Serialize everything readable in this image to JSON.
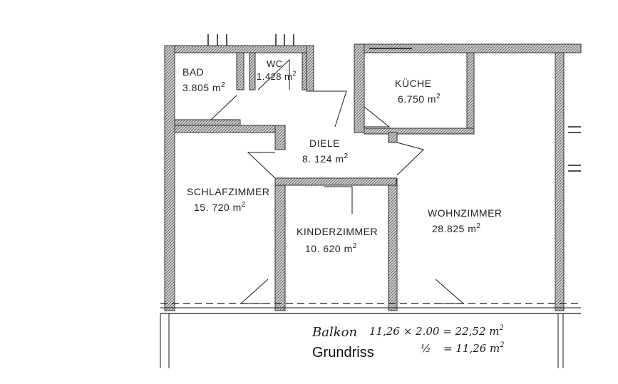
{
  "rooms": {
    "bad": {
      "name": "BAD",
      "area": "3.805 m",
      "unit_sup": "2"
    },
    "wc": {
      "name": "WC",
      "area": "1.428 m",
      "unit_sup": "2"
    },
    "kueche": {
      "name": "KÜCHE",
      "area": "6.750 m",
      "unit_sup": "2"
    },
    "diele": {
      "name": "DIELE",
      "area": "8. 124 m",
      "unit_sup": "2"
    },
    "schlafzimmer": {
      "name": "SCHLAFZIMMER",
      "area": "15. 720 m",
      "unit_sup": "2"
    },
    "kinderzimmer": {
      "name": "KINDERZIMMER",
      "area": "10. 620 m",
      "unit_sup": "2"
    },
    "wohnzimmer": {
      "name": "WOHNZIMMER",
      "area": "28.825 m",
      "unit_sup": "2"
    }
  },
  "balkon": {
    "label": "Balkon",
    "line1": "11,26 × 2.00 = 22,52 m",
    "line2_frac": "½",
    "line2": "= 11,26 m",
    "unit_sup": "2"
  },
  "caption": "Grundriss",
  "colors": {
    "wall": "#8a8a8a",
    "wall_dark": "#3a3a3a",
    "line": "#1a1a1a"
  }
}
